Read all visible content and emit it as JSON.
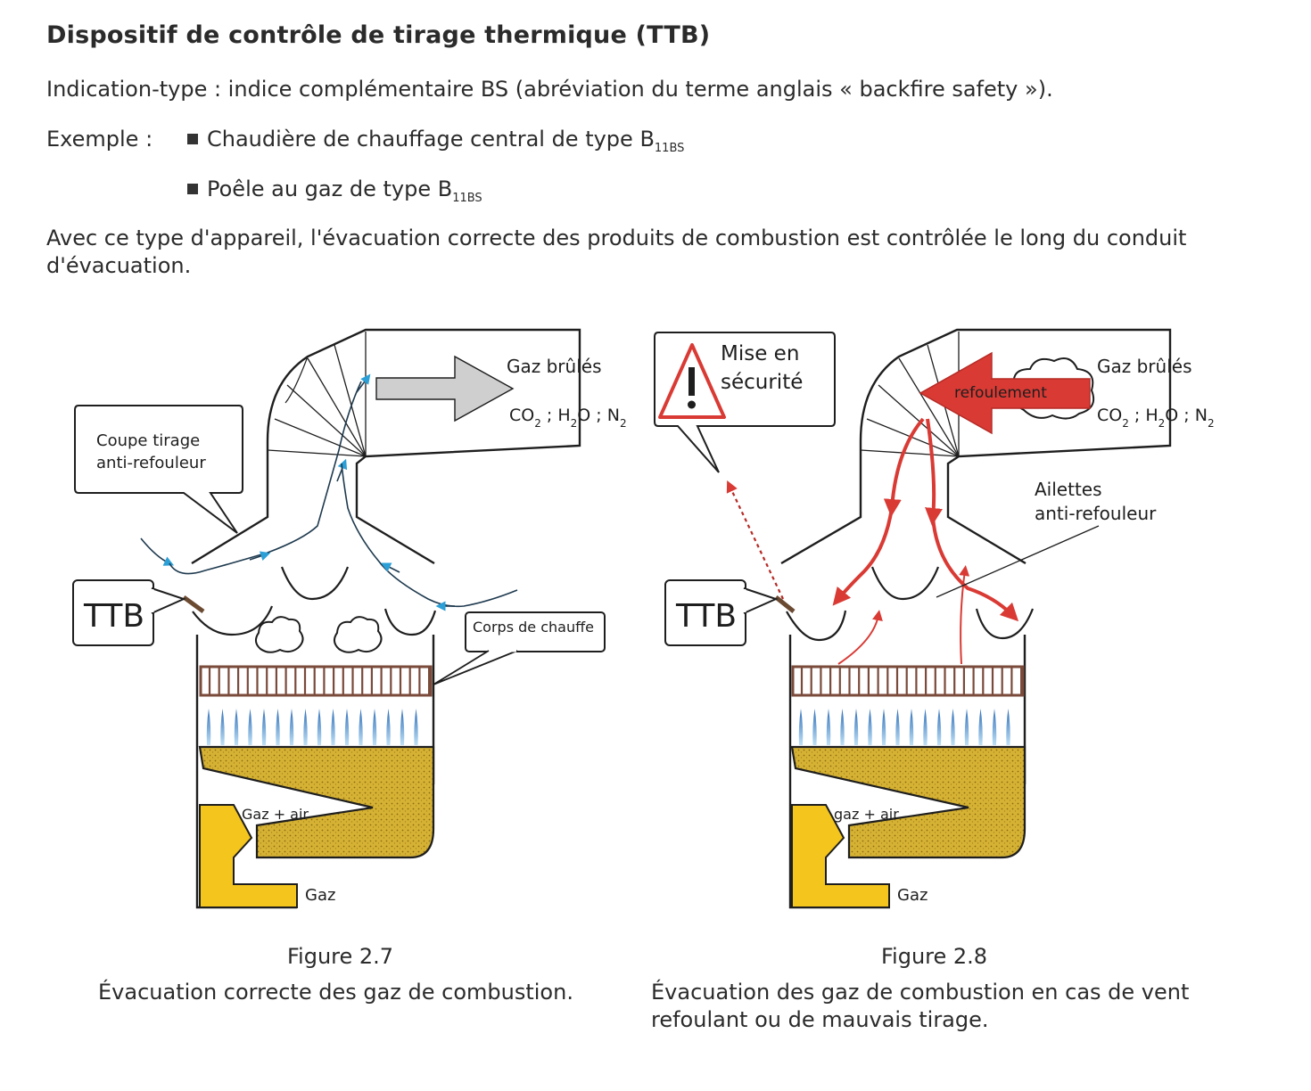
{
  "heading": "Dispositif de contrôle de tirage thermique (TTB)",
  "indication": "Indication-type : indice complémentaire BS (abréviation du terme anglais « backfire safety »).",
  "example": {
    "label": "Exemple :",
    "items": [
      {
        "text": "Chaudière de chauffage central de type B",
        "sub": "11BS"
      },
      {
        "text": "Poêle au gaz de type B",
        "sub": "11BS"
      }
    ]
  },
  "paragraph": "Avec ce type d'appareil, l'évacuation correcte des produits de combustion est contrôlée le long du conduit d'évacuation.",
  "figure1": {
    "label_coupe_1": "Coupe tirage",
    "label_coupe_2": "anti-refouleur",
    "label_ttb": "TTB",
    "label_corps": "Corps de chauffe",
    "label_gaz_brules": "Gaz brûlés",
    "formula": [
      "CO",
      "2",
      " ; H",
      "2",
      "O ; N",
      "2"
    ],
    "label_gaz_air": "Gaz + air",
    "label_gaz": "Gaz",
    "caption_number": "Figure 2.7",
    "caption_text": "Évacuation correcte des gaz de combustion."
  },
  "figure2": {
    "label_mise_1": "Mise en",
    "label_mise_2": "sécurité",
    "label_refoulement": "refoulement",
    "label_gaz_brules": "Gaz brûlés",
    "formula": [
      "CO",
      "2",
      " ; H",
      "2",
      "O ; N",
      "2"
    ],
    "label_ailettes_1": "Ailettes",
    "label_ailettes_2": "anti-refouleur",
    "label_ttb": "TTB",
    "label_gaz_air": "gaz + air",
    "label_gaz": "Gaz",
    "caption_number": "Figure 2.8",
    "caption_text_1": "Évacuation des gaz de combustion en cas de vent",
    "caption_text_2": "refoulant ou de mauvais tirage."
  },
  "colors": {
    "flow_blue": "#2b9fd6",
    "flow_red": "#d93a34",
    "burner_yellow": "#f4c51c",
    "porous_gold": "#c9a52a",
    "exchanger_brown": "#7a4a3a",
    "flame_blue": "#4a8fd0",
    "exhaust_grey": "#cfcfcf"
  }
}
